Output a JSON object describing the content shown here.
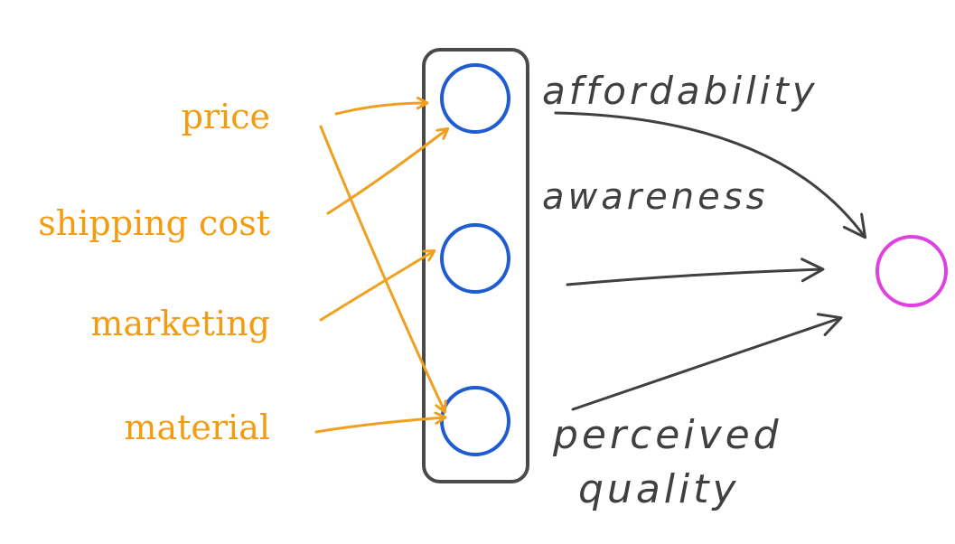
{
  "inputs": {
    "price": "price",
    "shipping_cost": "shipping cost",
    "marketing": "marketing",
    "material": "material"
  },
  "hidden": {
    "affordability": "affordability",
    "awareness": "awareness",
    "perceived_line1": "perceived",
    "perceived_line2": "quality"
  },
  "colors": {
    "input_text": "#f39c12",
    "input_arrow": "#f0a020",
    "neuron": "#1f5cd1",
    "output_neuron": "#e040e0",
    "hand_drawn": "#404040"
  }
}
